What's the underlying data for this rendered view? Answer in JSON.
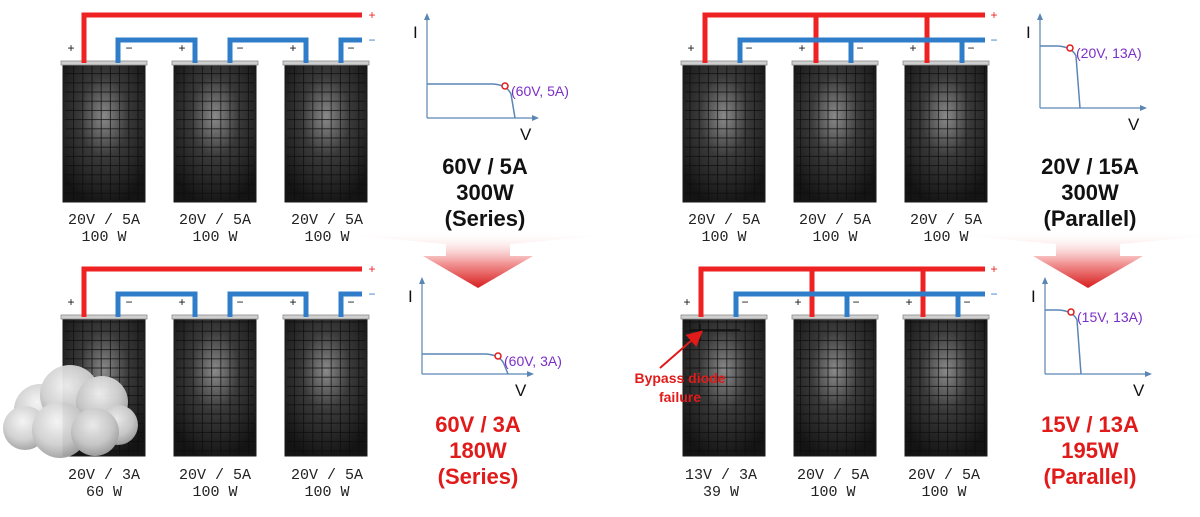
{
  "colors": {
    "positive_wire": "#ee2222",
    "negative_wire": "#2f7dc8",
    "result_red": "#e11a1a",
    "point_purple": "#7a2fc8",
    "axis_blue": "#5a86b4"
  },
  "polarity": {
    "plus": "+",
    "minus": "−"
  },
  "axes": {
    "current": "I",
    "voltage": "V"
  },
  "diagrams": {
    "series_normal": {
      "panels": [
        {
          "line1": "20V / 5A",
          "line2": "100 W"
        },
        {
          "line1": "20V / 5A",
          "line2": "100 W"
        },
        {
          "line1": "20V / 5A",
          "line2": "100 W"
        }
      ],
      "summary": {
        "line1": "60V / 5A",
        "line2": "300W",
        "line3": "(Series)"
      },
      "iv_point": "(60V, 5A)"
    },
    "series_shaded": {
      "panels": [
        {
          "line1": "20V / 3A",
          "line2": "60 W"
        },
        {
          "line1": "20V / 5A",
          "line2": "100 W"
        },
        {
          "line1": "20V / 5A",
          "line2": "100 W"
        }
      ],
      "summary": {
        "line1": "60V / 3A",
        "line2": "180W",
        "line3": "(Series)"
      },
      "iv_point": "(60V, 3A)"
    },
    "parallel_normal": {
      "panels": [
        {
          "line1": "20V / 5A",
          "line2": "100 W"
        },
        {
          "line1": "20V / 5A",
          "line2": "100 W"
        },
        {
          "line1": "20V / 5A",
          "line2": "100 W"
        }
      ],
      "summary": {
        "line1": "20V / 15A",
        "line2": "300W",
        "line3": "(Parallel)"
      },
      "iv_point": "(20V, 13A)"
    },
    "parallel_fault": {
      "panels": [
        {
          "line1": "13V / 3A",
          "line2": "39 W"
        },
        {
          "line1": "20V / 5A",
          "line2": "100 W"
        },
        {
          "line1": "20V / 5A",
          "line2": "100 W"
        }
      ],
      "summary": {
        "line1": "15V / 13A",
        "line2": "195W",
        "line3": "(Parallel)"
      },
      "iv_point": "(15V, 13A)",
      "annotation": {
        "line1": "Bypass diode",
        "line2": "failure"
      }
    }
  }
}
